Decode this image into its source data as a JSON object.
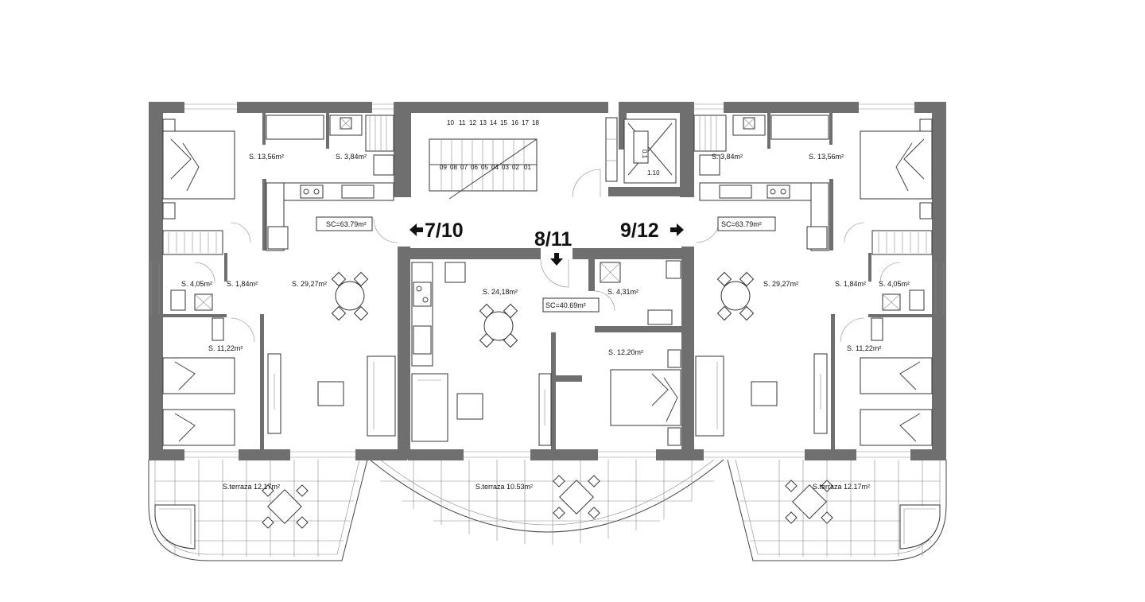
{
  "units": {
    "left": "7/10",
    "center": "8/11",
    "right": "9/12"
  },
  "constructed_areas": {
    "left": "SC=63.79m²",
    "center": "SC=40.69m²",
    "right": "SC=63.79m²"
  },
  "rooms": {
    "left_bedroom_top": "S. 13,56m²",
    "left_bath_top": "S. 3,84m²",
    "left_bath_mid": "S. 4,05m²",
    "left_hall": "S. 1,84m²",
    "left_living": "S. 29,27m²",
    "left_bedroom_bottom": "S. 11,22m²",
    "center_living": "S. 24,18m²",
    "center_bath": "S. 4,31m²",
    "center_bedroom": "S. 12,20m²",
    "right_bath_top": "S. 3,84m²",
    "right_bedroom_top": "S. 13,56m²",
    "right_living": "S. 29,27m²",
    "right_hall": "S. 1,84m²",
    "right_bath_mid": "S. 4,05m²",
    "right_bedroom_bottom": "S. 11,22m²"
  },
  "terraces": {
    "left": "S.terraza 12.17m²",
    "center": "S.terraza 10.53m²",
    "right": "S.terraza 12.17m²"
  },
  "stair_steps_top": [
    "10",
    "11",
    "12",
    "13",
    "14",
    "15",
    "16",
    "17",
    "18"
  ],
  "stair_steps_bottom": [
    "09",
    "08",
    "07",
    "06",
    "05",
    "04",
    "03",
    "02",
    "01"
  ],
  "elevator_marks": [
    "1.10",
    "0.1"
  ],
  "arrows": {
    "left": "left-arrow-icon",
    "center": "down-arrow-icon",
    "right": "right-arrow-icon"
  },
  "colors": {
    "wall": "#6f6f6f",
    "line": "#333333",
    "background": "#ffffff"
  }
}
